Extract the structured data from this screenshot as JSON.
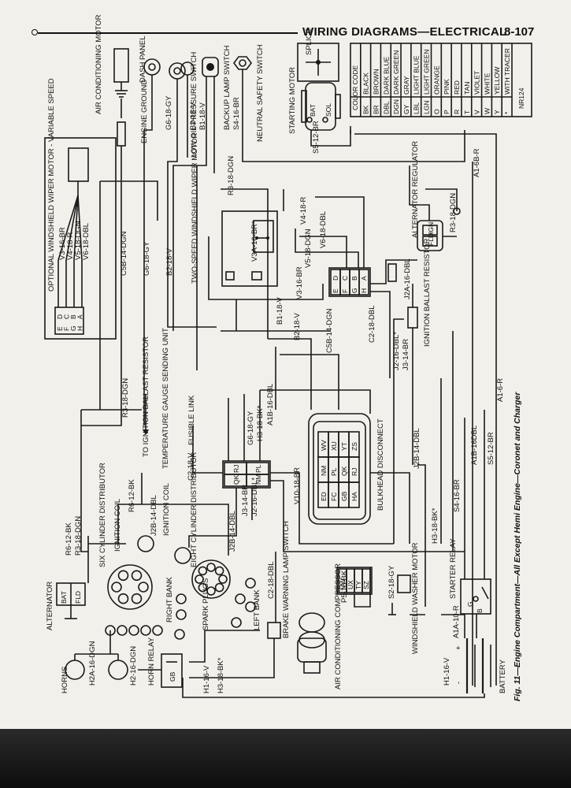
{
  "header": {
    "title": "WIRING DIAGRAMS—ELECTRICAL",
    "page_number": "8-107"
  },
  "caption": "Fig. 11—Engine Compartment—All Except Hemi Engine—Coronet and Charger",
  "color_code": {
    "heading": "COLOR CODE",
    "ref": "NR124",
    "rows": [
      [
        "BK",
        "BLACK"
      ],
      [
        "BR",
        "BROWN"
      ],
      [
        "DBL",
        "DARK BLUE"
      ],
      [
        "DGN",
        "DARK GREEN"
      ],
      [
        "GY",
        "GRAY"
      ],
      [
        "LBL",
        "LIGHT BLUE"
      ],
      [
        "LGN",
        "LIGHT GREEN"
      ],
      [
        "O",
        "ORANGE"
      ],
      [
        "P",
        "PINK"
      ],
      [
        "R",
        "RED"
      ],
      [
        "T",
        "TAN"
      ],
      [
        "V",
        "VIOLET"
      ],
      [
        "W",
        "WHITE"
      ],
      [
        "Y",
        "YELLOW"
      ],
      [
        "*",
        "WITH TRACER"
      ]
    ]
  },
  "components": {
    "splice": "SPLICE",
    "air_conditioning_motor": "AIR CONDITIONING MOTOR",
    "dash_panel": "DASH PANEL",
    "engine_ground": "ENGINE GROUND",
    "low_oil_pressure_switch": "LOW OIL PRESSURE SWITCH",
    "backup_lamp_switch": "BACKUP LAMP SWITCH",
    "neutral_safety_switch": "NEUTRAL SAFETY SWITCH",
    "starting_motor": "STARTING MOTOR",
    "bat": "BAT",
    "sol": "SOL",
    "alternator_regulator": "ALTERNATOR REGULATOR",
    "ign": "IGN",
    "fld": "FLD",
    "optional_wiper": "OPTIONAL WINDSHIELD WIPER MOTOR - VARIABLE SPEED",
    "two_speed_wiper": "TWO-SPEED WINDSHIELD WIPER MOTOR",
    "ignition_ballast_resistor": "IGNITION BALLAST RESISTOR",
    "bulkhead_disconnect": "BULKHEAD DISCONNECT",
    "to_ignition_ballast": "TO IGNITION BALLAST RESISTOR",
    "temp_gauge_unit": "TEMPERATURE GAUGE SENDING UNIT",
    "fusible_link": "FUSIBLE LINK",
    "alternator": "ALTERNATOR",
    "six_cyl_dist": "SIX CYLINDER DISTRIBUTOR",
    "ignition_coil": "IGNITION COIL",
    "ignition_coil_2": "IGNITION COIL",
    "eight_cyl_dist": "EIGHT CYLINDER DISTRIBUTOR",
    "right_bank": "RIGHT BANK",
    "left_bank": "LEFT BANK",
    "spark_plugs": "SPARK PLUGS",
    "brake_warning": "BRAKE WARNING LAMP SWITCH",
    "ac_compressor": "AIR CONDITIONING COMPRESSOR",
    "washer_motor": "WINDSHIELD WASHER MOTOR",
    "starter_relay": "STARTER RELAY",
    "battery": "BATTERY",
    "horns": "HORNS",
    "horn_relay": "HORN RELAY"
  },
  "wires": {
    "c5b_14dgn": "C5B-14-DGN",
    "g6_18gy": "G6-18-GY",
    "b2_18v": "B2-18-V",
    "r3_18dgn": "R3-18-DGN",
    "g6_18gy_top": "G6-18-GY",
    "b2_18v_top": "B2-18-V",
    "b1_18v_top": "B1-18-V",
    "s4_16br_top": "S4-16-BR",
    "s5_12br_top": "S5-12-BR",
    "a1_6br": "A1-6B-R",
    "r3_18dgn_reg": "R3-18-DGN",
    "v4_18r": "V4-18-R",
    "v3a_16br": "V3A-16-BR*",
    "v6_18dbl": "V6-18-DBL",
    "v5_18dgn": "V5-18-DGN",
    "v3_16br": "V3-16-BR",
    "b1_18v": "B1-18-V",
    "b2_18v_mid": "B2-18-V",
    "c5b_14dgn_mid": "C5B-14-DGN",
    "c2_18dbl": "C2-18-DBL",
    "j2a_16dbl": "J2A-16-DBL",
    "j2_16dbl": "J2-16-DBL*",
    "j3_14br": "J3-14-BR",
    "a1b_16dbl": "A1B-16-DBL",
    "h3_18bk": "H3-18-BK*",
    "g6_18gy_blk": "G6-18-GY",
    "j2b_14dbl": "J2B-14-DBL",
    "a1_6r": "A1-6-R",
    "a1b_16dbl_b": "A1B-16DBL",
    "s5_12br": "S5-12-BR",
    "s4_16br": "S4-16-BR",
    "h3_18bk_b": "H3-18-BK*",
    "v10_18br": "V10-18-BR",
    "c2_18v": "C2-18-V",
    "j3_14br_b": "J3-14-BR",
    "j2_16dbl_b": "J2-16-DBL*",
    "r6_12bk": "R6-12-BK",
    "r6_12bk_b": "R6-12-BK",
    "r3_18dgn_b": "R3-18-DGN",
    "j2b_14dbl_b": "J2B-14-DBL",
    "j2b_14dbl_c": "J2B-14-DBL",
    "c2_18dbl_b": "C2-18-DBL",
    "p5_18bk": "P5-18-BK",
    "s2_18gy": "S2-18-GY",
    "a1a_10r": "A1A-10-R",
    "h1_16v": "H1-16-V",
    "h1_16v_b": "H1-16-V",
    "h3_18bk_c": "H3-18-BK*",
    "h2a_16dgn": "H2A-16-DGN",
    "h2_16dgn": "H2-16-DGN",
    "v3_16br_opt": "V3-16-BR",
    "v4_18r_opt": "V4-18-R",
    "v5_18dgn_opt": "V5-18-DGN",
    "v6_18dbl_opt": "V6-18-DBL"
  },
  "bulkhead_cavities": {
    "top_row": [
      "WV",
      "NM",
      "ED"
    ],
    "rows": [
      [
        "WV",
        "NM",
        "ED"
      ],
      [
        "XU",
        "PL",
        "FC"
      ],
      [
        "YT",
        "QK",
        "GB"
      ],
      [
        "ZS",
        "RJ",
        "HA"
      ]
    ],
    "small_block": [
      [
        "RJ",
        "PL"
      ],
      [
        "QK",
        "NM"
      ]
    ]
  },
  "wiper_terminals": [
    "D",
    "E",
    "C",
    "F",
    "B",
    "G",
    "A",
    "H"
  ],
  "washer_plug": [
    "VW",
    "UX",
    "TY",
    "SZ"
  ]
}
